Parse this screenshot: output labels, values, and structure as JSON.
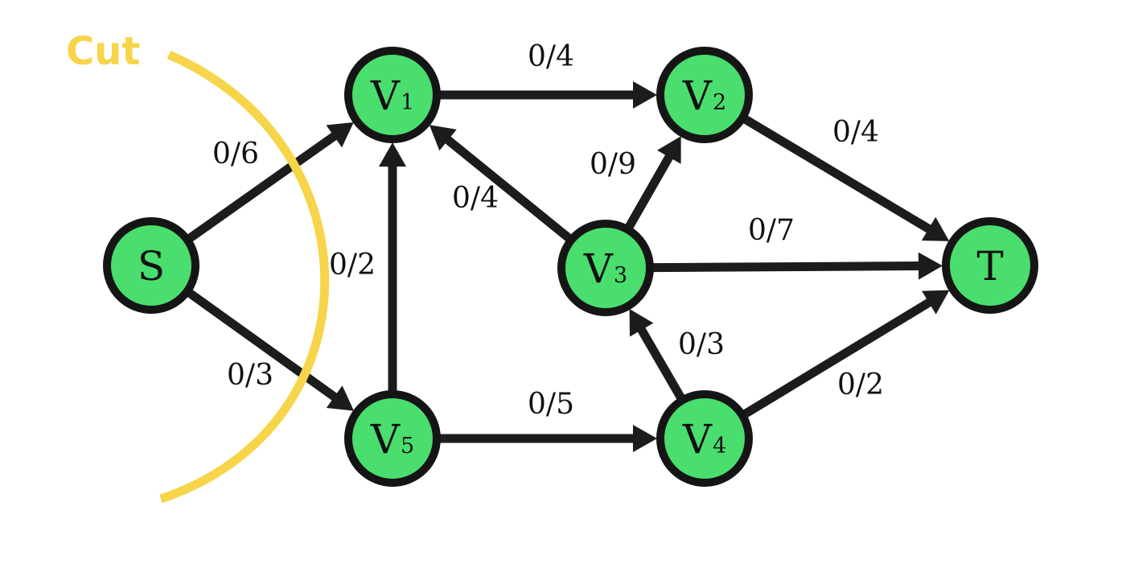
{
  "cut": {
    "label": "Cut",
    "color": "#f7d54a"
  },
  "nodes": [
    {
      "id": "S",
      "main": "S",
      "sub": ""
    },
    {
      "id": "V1",
      "main": "V",
      "sub": "1"
    },
    {
      "id": "V2",
      "main": "V",
      "sub": "2"
    },
    {
      "id": "V3",
      "main": "V",
      "sub": "3"
    },
    {
      "id": "V4",
      "main": "V",
      "sub": "4"
    },
    {
      "id": "V5",
      "main": "V",
      "sub": "5"
    },
    {
      "id": "T",
      "main": "T",
      "sub": ""
    }
  ],
  "edges": [
    {
      "id": "S-V1",
      "from": "S",
      "to": "V1",
      "label": "0/6"
    },
    {
      "id": "S-V5",
      "from": "S",
      "to": "V5",
      "label": "0/3"
    },
    {
      "id": "V5-V1",
      "from": "V5",
      "to": "V1",
      "label": "0/2"
    },
    {
      "id": "V1-V2",
      "from": "V1",
      "to": "V2",
      "label": "0/4"
    },
    {
      "id": "V3-V1",
      "from": "V3",
      "to": "V1",
      "label": "0/4"
    },
    {
      "id": "V3-V2",
      "from": "V3",
      "to": "V2",
      "label": "0/9"
    },
    {
      "id": "V2-T",
      "from": "V2",
      "to": "T",
      "label": "0/4"
    },
    {
      "id": "V3-T",
      "from": "V3",
      "to": "T",
      "label": "0/7"
    },
    {
      "id": "V5-V4",
      "from": "V5",
      "to": "V4",
      "label": "0/5"
    },
    {
      "id": "V4-V3",
      "from": "V4",
      "to": "V3",
      "label": "0/3"
    },
    {
      "id": "V4-T",
      "from": "V4",
      "to": "T",
      "label": "0/2"
    }
  ],
  "colors": {
    "node_fill": "#4ade6e",
    "node_stroke": "#151515",
    "edge": "#1c1c1c",
    "cut": "#f7d54a"
  }
}
